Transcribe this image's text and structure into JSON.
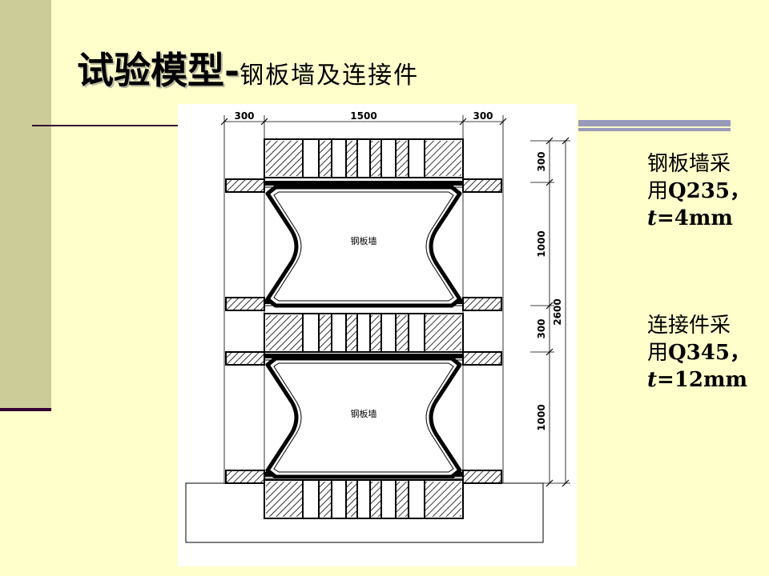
{
  "slide": {
    "title_main": "试验模型-",
    "title_sub": "钢板墙及连接件"
  },
  "drawing": {
    "dims_top": [
      "300",
      "1500",
      "300"
    ],
    "dims_right": [
      "300",
      "1000",
      "300",
      "1000"
    ],
    "dim_total": "2600",
    "panel_labels": [
      "钢板墙",
      "钢板墙"
    ]
  },
  "notes": [
    {
      "line1": "钢板墙采",
      "line2_pre": "用",
      "line2_value": "Q235，",
      "t_sym": "t",
      "t_value": "=4mm"
    },
    {
      "line1": "连接件采",
      "line2_pre": "用",
      "line2_value": "Q345，",
      "t_sym": "t",
      "t_value": "=12mm"
    }
  ],
  "colors": {
    "background": "#ffffcc",
    "left_bar": "#cccc99",
    "accent_line": "#330033",
    "rule_right": "#9999bb"
  }
}
